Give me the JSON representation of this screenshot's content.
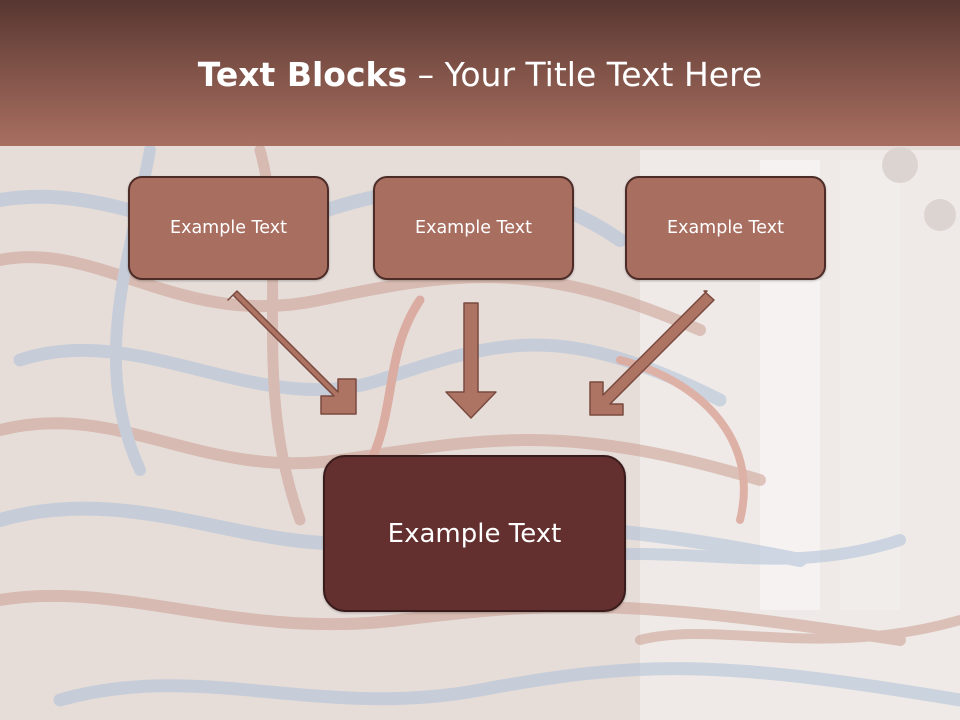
{
  "title": {
    "bold": "Text Blocks",
    "rest": " – Your Title Text Here"
  },
  "boxes": [
    {
      "label": "Example Text"
    },
    {
      "label": "Example Text"
    },
    {
      "label": "Example Text"
    }
  ],
  "main_box": {
    "label": "Example Text"
  },
  "colors": {
    "header_dark": "#573631",
    "header_light": "#a86f60",
    "box_fill": "#a86f61",
    "main_fill": "#632f2f",
    "arrow_fill": "#ad7363",
    "border": "#4d2b26"
  }
}
